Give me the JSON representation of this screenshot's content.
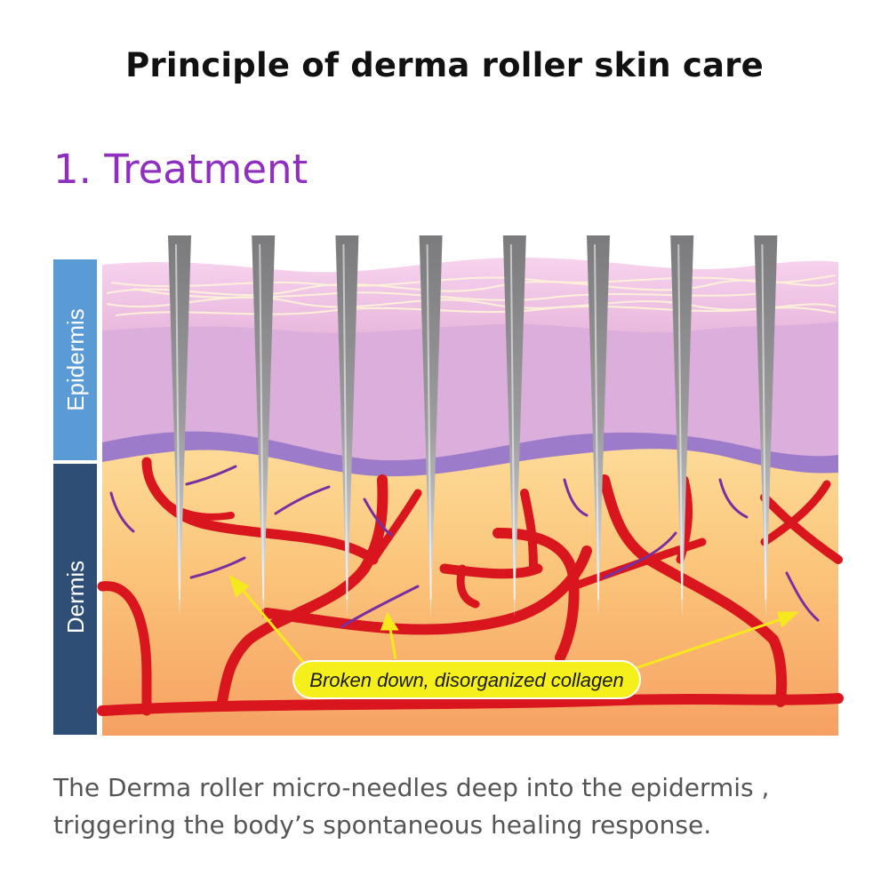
{
  "header": {
    "title": "Principle of derma roller skin care"
  },
  "section": {
    "heading": "1. Treatment"
  },
  "diagram": {
    "layer_labels": {
      "epidermis": "Epidermis",
      "dermis": "Dermis"
    },
    "callout": "Broken down, disorganized collagen",
    "needle_count": 8
  },
  "caption": {
    "line1": "The Derma roller micro-needles deep into the epidermis ,",
    "line2": "triggering the body’s spontaneous healing response."
  },
  "colors": {
    "title": "#111111",
    "heading": "#8e2fc0",
    "epidermis_bar": "#5b9bd5",
    "dermis_bar": "#2e4e75",
    "vessel": "#d9151d",
    "collagen": "#7a2fa0",
    "callout_fill": "#f5ef1c",
    "arrow": "#f5e81c"
  }
}
